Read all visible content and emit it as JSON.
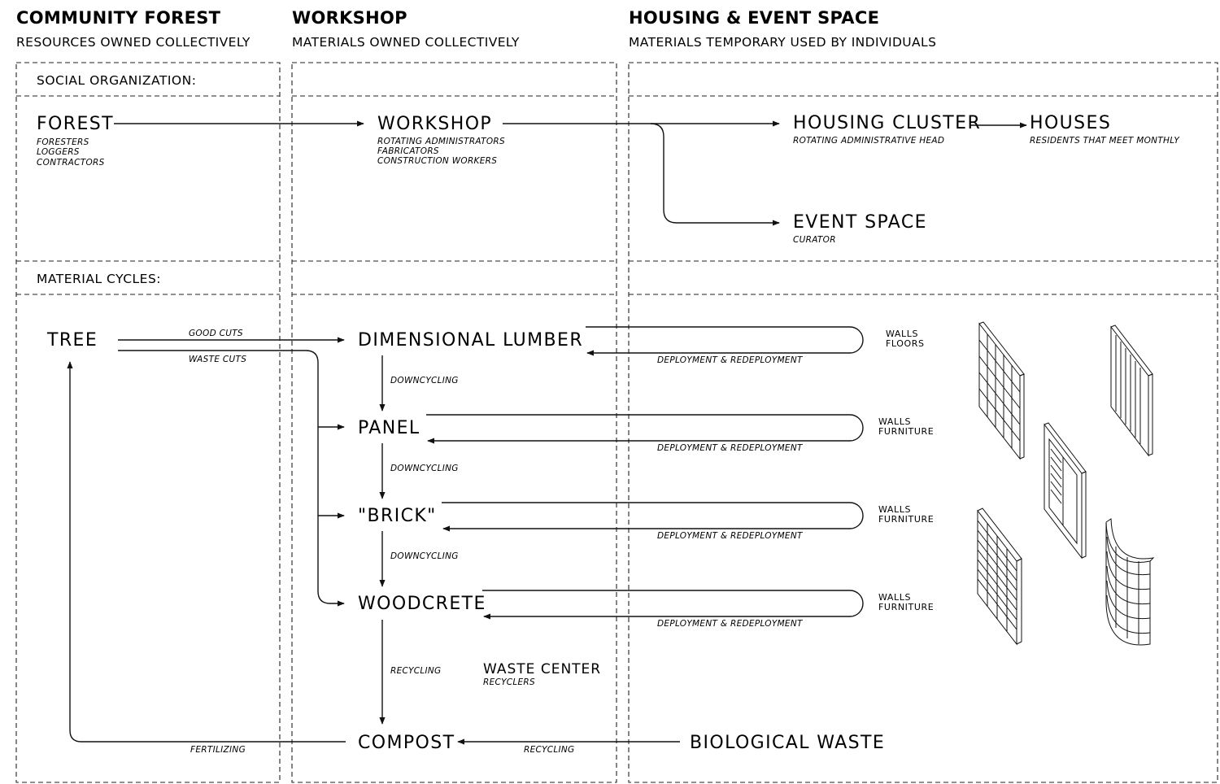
{
  "columns": {
    "community_forest": {
      "title": "COMMUNITY FOREST",
      "subtitle": "RESOURCES OWNED COLLECTIVELY"
    },
    "workshop": {
      "title": "WORKSHOP",
      "subtitle": "MATERIALS OWNED COLLECTIVELY"
    },
    "housing": {
      "title": "HOUSING & EVENT SPACE",
      "subtitle": "MATERIALS TEMPORARY USED BY INDIVIDUALS"
    }
  },
  "sections": {
    "social": "SOCIAL ORGANIZATION:",
    "material": "MATERIAL CYCLES:"
  },
  "social_nodes": {
    "forest": {
      "label": "FOREST",
      "roles": [
        "FORESTERS",
        "LOGGERS",
        "CONTRACTORS"
      ]
    },
    "workshop": {
      "label": "WORKSHOP",
      "roles": [
        "ROTATING ADMINISTRATORS",
        "FABRICATORS",
        "CONSTRUCTION WORKERS"
      ]
    },
    "housing_cluster": {
      "label": "HOUSING CLUSTER",
      "roles": [
        "ROTATING ADMINISTRATIVE HEAD"
      ]
    },
    "houses": {
      "label": "HOUSES",
      "roles": [
        "RESIDENTS THAT MEET MONTHLY"
      ]
    },
    "event_space": {
      "label": "EVENT SPACE",
      "roles": [
        "CURATOR"
      ]
    }
  },
  "material_nodes": {
    "tree": "TREE",
    "lumber": "DIMENSIONAL LUMBER",
    "panel": "PANEL",
    "brick": "\"BRICK\"",
    "woodcrete": "WOODCRETE",
    "compost": "COMPOST",
    "biological_waste": "BIOLOGICAL WASTE",
    "waste_center": "WASTE CENTER",
    "waste_center_role": "RECYCLERS"
  },
  "edge_labels": {
    "good_cuts": "GOOD CUTS",
    "waste_cuts": "WASTE CUTS",
    "downcycling": "DOWNCYCLING",
    "recycling": "RECYCLING",
    "fertilizing": "FERTILIZING",
    "deployment": "DEPLOYMENT & REDEPLOYMENT"
  },
  "uses": {
    "lumber": [
      "WALLS",
      "FLOORS"
    ],
    "panel": [
      "WALLS",
      "FURNITURE"
    ],
    "brick": [
      "WALLS",
      "FURNITURE"
    ],
    "woodcrete": [
      "WALLS",
      "FURNITURE"
    ]
  },
  "colors": {
    "ink": "#111111",
    "background": "#ffffff"
  }
}
